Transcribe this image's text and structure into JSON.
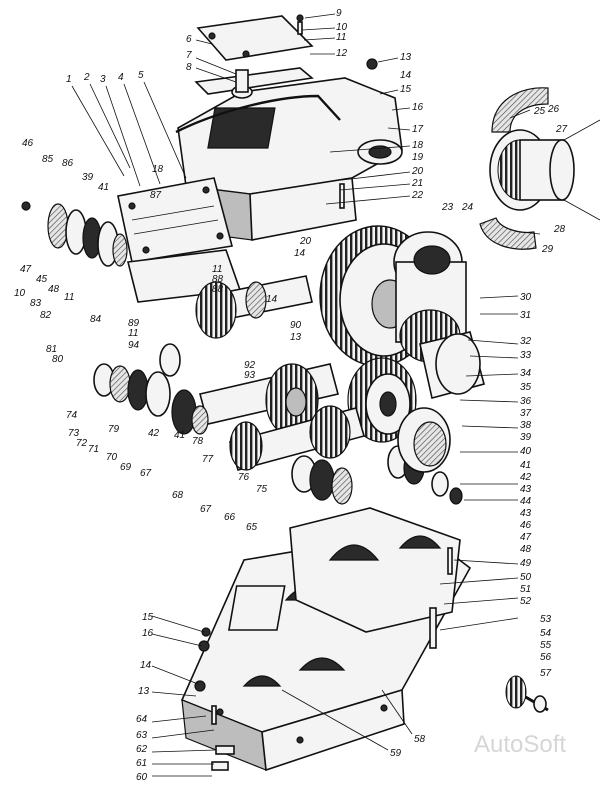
{
  "watermark": "AutoSoft",
  "callouts": [
    {
      "id": "c9",
      "text": "9"
    },
    {
      "id": "c10",
      "text": "10"
    },
    {
      "id": "c11",
      "text": "11"
    },
    {
      "id": "c6",
      "text": "6"
    },
    {
      "id": "c7",
      "text": "7"
    },
    {
      "id": "c8",
      "text": "8"
    },
    {
      "id": "c12",
      "text": "12"
    },
    {
      "id": "c13",
      "text": "13"
    },
    {
      "id": "c14",
      "text": "14"
    },
    {
      "id": "c15",
      "text": "15"
    },
    {
      "id": "c16",
      "text": "16"
    },
    {
      "id": "c17",
      "text": "17"
    },
    {
      "id": "c18",
      "text": "18"
    },
    {
      "id": "c19",
      "text": "19"
    },
    {
      "id": "c20",
      "text": "20"
    },
    {
      "id": "c21",
      "text": "21"
    },
    {
      "id": "c22",
      "text": "22"
    },
    {
      "id": "c23",
      "text": "23"
    },
    {
      "id": "c24",
      "text": "24"
    },
    {
      "id": "c25",
      "text": "25"
    },
    {
      "id": "c26",
      "text": "26"
    },
    {
      "id": "c27",
      "text": "27"
    },
    {
      "id": "c28",
      "text": "28"
    },
    {
      "id": "c29",
      "text": "29"
    },
    {
      "id": "c30",
      "text": "30"
    },
    {
      "id": "c31",
      "text": "31"
    },
    {
      "id": "c32",
      "text": "32"
    },
    {
      "id": "c33",
      "text": "33"
    },
    {
      "id": "c34",
      "text": "34"
    },
    {
      "id": "c35",
      "text": "35"
    },
    {
      "id": "c36",
      "text": "36"
    },
    {
      "id": "c37",
      "text": "37"
    },
    {
      "id": "c38",
      "text": "38"
    },
    {
      "id": "c39r",
      "text": "39"
    },
    {
      "id": "c40",
      "text": "40"
    },
    {
      "id": "c41r",
      "text": "41"
    },
    {
      "id": "c42r",
      "text": "42"
    },
    {
      "id": "c43a",
      "text": "43"
    },
    {
      "id": "c44",
      "text": "44"
    },
    {
      "id": "c43b",
      "text": "43"
    },
    {
      "id": "c46r",
      "text": "46"
    },
    {
      "id": "c47r",
      "text": "47"
    },
    {
      "id": "c48r",
      "text": "48"
    },
    {
      "id": "c49",
      "text": "49"
    },
    {
      "id": "c50",
      "text": "50"
    },
    {
      "id": "c51",
      "text": "51"
    },
    {
      "id": "c52",
      "text": "52"
    },
    {
      "id": "c53",
      "text": "53"
    },
    {
      "id": "c54",
      "text": "54"
    },
    {
      "id": "c55",
      "text": "55"
    },
    {
      "id": "c56",
      "text": "56"
    },
    {
      "id": "c57",
      "text": "57"
    },
    {
      "id": "c58",
      "text": "58"
    },
    {
      "id": "c59",
      "text": "59"
    },
    {
      "id": "c1",
      "text": "1"
    },
    {
      "id": "c2",
      "text": "2"
    },
    {
      "id": "c3",
      "text": "3"
    },
    {
      "id": "c4",
      "text": "4"
    },
    {
      "id": "c5",
      "text": "5"
    },
    {
      "id": "c46l",
      "text": "46"
    },
    {
      "id": "c85",
      "text": "85"
    },
    {
      "id": "c86",
      "text": "86"
    },
    {
      "id": "c39l",
      "text": "39"
    },
    {
      "id": "c41l",
      "text": "41"
    },
    {
      "id": "c87",
      "text": "87"
    },
    {
      "id": "c18l",
      "text": "18"
    },
    {
      "id": "c47l",
      "text": "47"
    },
    {
      "id": "c45",
      "text": "45"
    },
    {
      "id": "c48l",
      "text": "48"
    },
    {
      "id": "c10l",
      "text": "10"
    },
    {
      "id": "c83a",
      "text": "83"
    },
    {
      "id": "c82a",
      "text": "82"
    },
    {
      "id": "c81a",
      "text": "81"
    },
    {
      "id": "c80a",
      "text": "80"
    },
    {
      "id": "c11l",
      "text": "11"
    },
    {
      "id": "c84",
      "text": "84"
    },
    {
      "id": "c88",
      "text": "88"
    },
    {
      "id": "c11m",
      "text": "11"
    },
    {
      "id": "c88b",
      "text": "88"
    },
    {
      "id": "c89",
      "text": "89"
    },
    {
      "id": "c11n",
      "text": "11"
    },
    {
      "id": "c94",
      "text": "94"
    },
    {
      "id": "c90",
      "text": "90"
    },
    {
      "id": "c13m",
      "text": "13"
    },
    {
      "id": "c14m",
      "text": "14"
    },
    {
      "id": "c20m",
      "text": "20"
    },
    {
      "id": "c14n",
      "text": "14"
    },
    {
      "id": "c92",
      "text": "92"
    },
    {
      "id": "c93",
      "text": "93"
    },
    {
      "id": "c74",
      "text": "74"
    },
    {
      "id": "c73",
      "text": "73"
    },
    {
      "id": "c72",
      "text": "72"
    },
    {
      "id": "c71",
      "text": "71"
    },
    {
      "id": "c79",
      "text": "79"
    },
    {
      "id": "c70",
      "text": "70"
    },
    {
      "id": "c69",
      "text": "69"
    },
    {
      "id": "c42l",
      "text": "42"
    },
    {
      "id": "c41m",
      "text": "41"
    },
    {
      "id": "c78",
      "text": "78"
    },
    {
      "id": "c77",
      "text": "77"
    },
    {
      "id": "c67a",
      "text": "67"
    },
    {
      "id": "c76",
      "text": "76"
    },
    {
      "id": "c75",
      "text": "75"
    },
    {
      "id": "c68",
      "text": "68"
    },
    {
      "id": "c67b",
      "text": "67"
    },
    {
      "id": "c66",
      "text": "66"
    },
    {
      "id": "c65",
      "text": "65"
    },
    {
      "id": "c15b",
      "text": "15"
    },
    {
      "id": "c16b",
      "text": "16"
    },
    {
      "id": "c14b",
      "text": "14"
    },
    {
      "id": "c13b",
      "text": "13"
    },
    {
      "id": "c64",
      "text": "64"
    },
    {
      "id": "c63",
      "text": "63"
    },
    {
      "id": "c62",
      "text": "62"
    },
    {
      "id": "c61",
      "text": "61"
    },
    {
      "id": "c60",
      "text": "60"
    }
  ]
}
